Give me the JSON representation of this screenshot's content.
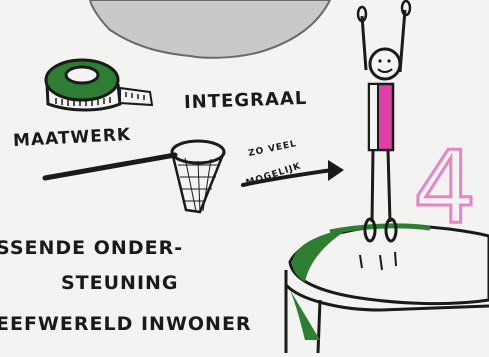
{
  "colors": {
    "ink": "#1a1a1a",
    "green": "#2e7d32",
    "pink": "#e23fa6",
    "pink_outline": "#e884c6",
    "grey_bubble": "#c9c9c9",
    "background": "#f3f3f1"
  },
  "icons": [
    "tape-measure-icon",
    "net-icon",
    "arrow-icon",
    "stick-figure-icon",
    "trampoline-icon"
  ],
  "labels": {
    "integraal": "INTEGRAAL",
    "maatwerk": "MAATWERK",
    "zo_veel": "ZO VEEL",
    "mogelijk": "MOGELIJK",
    "line1": "SSENDE ONDER-",
    "line2": "STEUNING",
    "line3": "EEFWERELD INWONER",
    "big_number": "4"
  }
}
